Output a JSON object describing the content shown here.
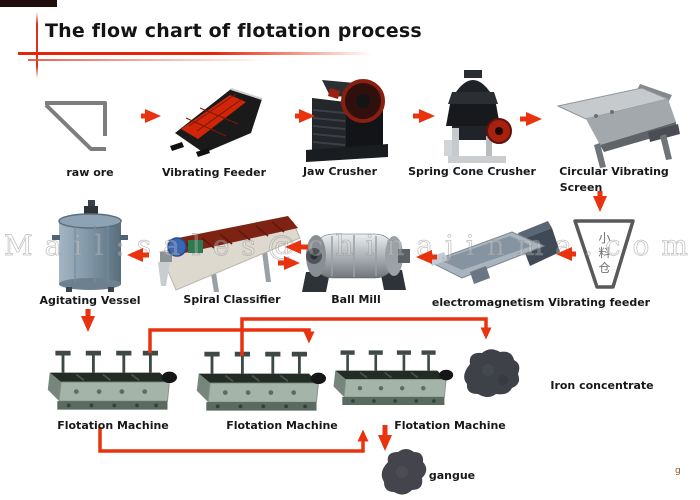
{
  "title": "The flow chart of flotation process",
  "watermark": "Mail:sales@chinajinma.com",
  "corner_mark": "g",
  "colors": {
    "arrow_red": "#e8330e",
    "decor_red": "#e82408",
    "label_text": "#17181a",
    "title_text": "#141414"
  },
  "nodes": {
    "raw_ore": {
      "label": "raw ore"
    },
    "vibrating_feeder": {
      "label": "Vibrating Feeder"
    },
    "jaw_crusher": {
      "label": "Jaw Crusher"
    },
    "spring_cone_crusher": {
      "label": "Spring Cone Crusher"
    },
    "circular_vibrating_screen": {
      "label_line1": "Circular Vibrating",
      "label_line2": "Screen"
    },
    "electromagnetism_vibrating_feeder": {
      "label": "electromagnetism Vibrating feeder",
      "hopper_text": "小料仓"
    },
    "ball_mill": {
      "label": "Ball Mill"
    },
    "spiral_classifier": {
      "label": "Spiral Classifier"
    },
    "agitating_vessel": {
      "label": "Agitating Vessel"
    },
    "flotation_machine_1": {
      "label": "Flotation Machine"
    },
    "flotation_machine_2": {
      "label": "Flotation Machine"
    },
    "flotation_machine_3": {
      "label": "Flotation Machine"
    },
    "iron_concentrate": {
      "label": "Iron concentrate"
    },
    "gangue": {
      "label": "gangue"
    }
  }
}
